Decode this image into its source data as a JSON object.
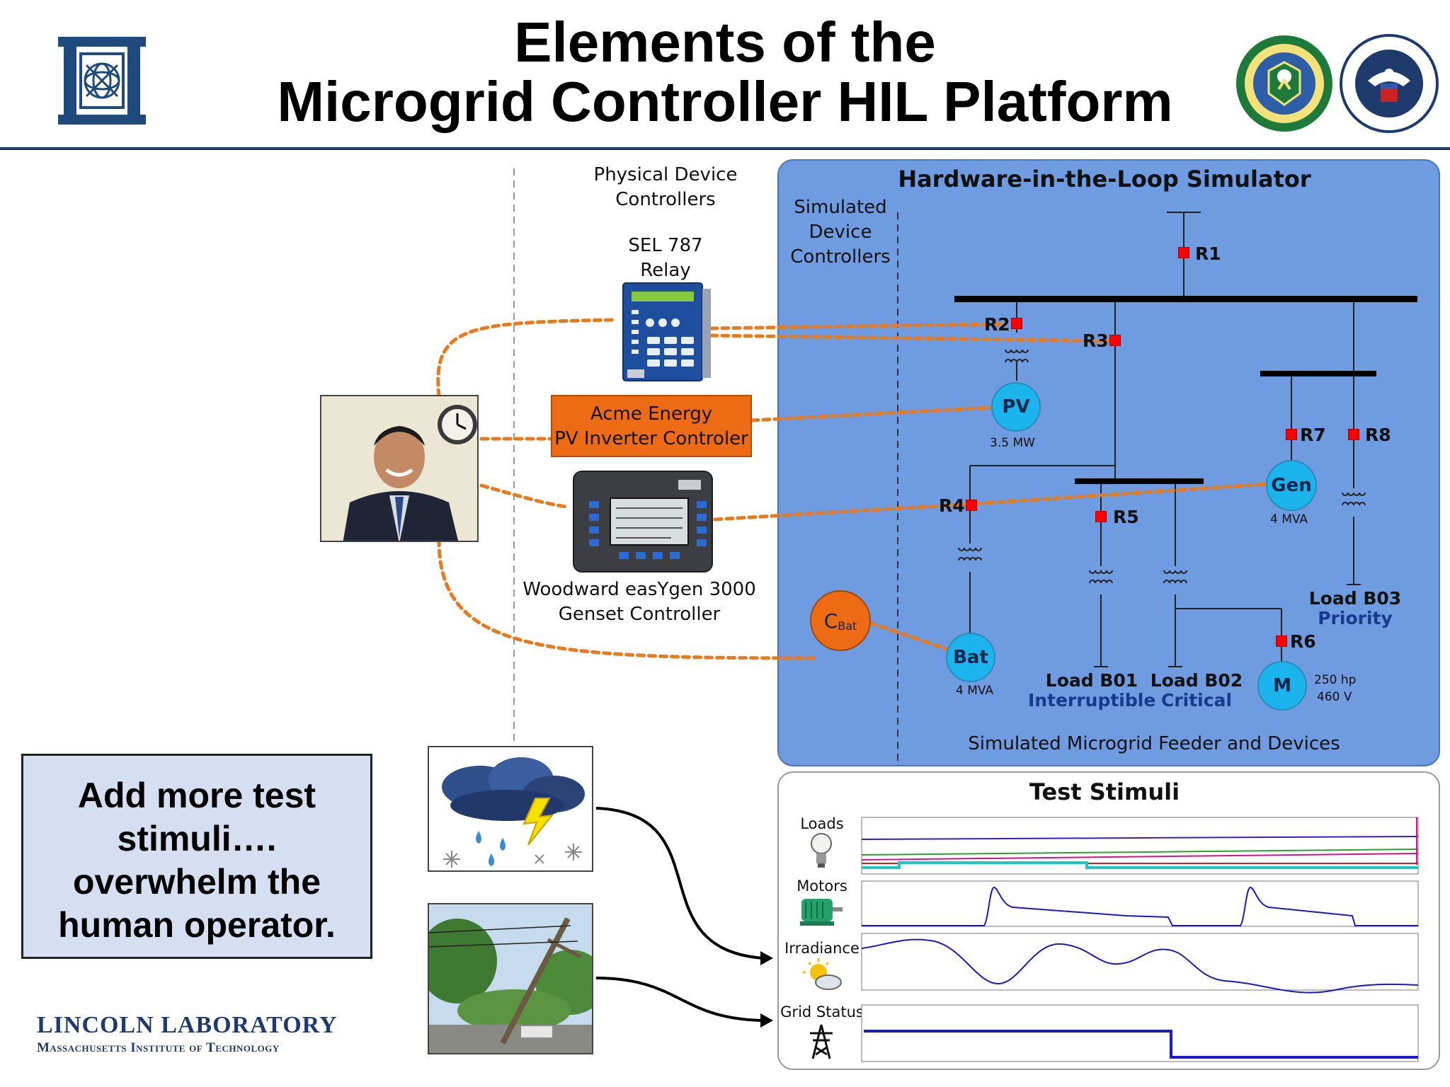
{
  "header": {
    "title_line1": "Elements of the",
    "title_line2": "Microgrid Controller HIL Platform"
  },
  "physical": {
    "heading_line1": "Physical Device",
    "heading_line2": "Controllers",
    "sel_line1": "SEL 787",
    "sel_line2": "Relay",
    "acme_line1": "Acme Energy",
    "acme_line2": "PV Inverter Controler",
    "woodward_line1": "Woodward easYgen 3000",
    "woodward_line2": "Genset Controller"
  },
  "hil": {
    "title": "Hardware-in-the-Loop Simulator",
    "simulated_line1": "Simulated",
    "simulated_line2": "Device",
    "simulated_line3": "Controllers",
    "footer": "Simulated Microgrid Feeder and Devices",
    "relays": [
      "R1",
      "R2",
      "R3",
      "R4",
      "R5",
      "R6",
      "R7",
      "R8"
    ],
    "pv": {
      "label": "PV",
      "rating": "3.5 MW"
    },
    "gen": {
      "label": "Gen",
      "rating": "4 MVA"
    },
    "bat": {
      "label": "Bat",
      "rating": "4 MVA"
    },
    "motor": {
      "label": "M",
      "rating1": "250 hp",
      "rating2": "460 V"
    },
    "cbat": {
      "label": "C",
      "sub": "Bat"
    },
    "load_b01": {
      "name": "Load B01",
      "type": "Interruptible"
    },
    "load_b02": {
      "name": "Load B02",
      "type": "Critical"
    },
    "load_b03": {
      "name": "Load B03",
      "type": "Priority"
    }
  },
  "stimuli": {
    "title": "Test Stimuli",
    "rows": [
      "Loads",
      "Motors",
      "Irradiance",
      "Grid Status"
    ]
  },
  "callout": {
    "line1": "Add more test",
    "line2": "stimuli….",
    "line3": "overwhelm the",
    "line4": "human operator."
  },
  "footer": {
    "lab": "LINCOLN LABORATORY",
    "institute": "Massachusetts Institute of Technology"
  },
  "colors": {
    "header_rule": "#1f3b6e",
    "hil_panel": "#6f9be0",
    "node_fill": "#1bb4ec",
    "relay": "#ff0000",
    "acme": "#ee6b16",
    "dotted_link": "#e67a1e",
    "callout_fill": "#d6def2",
    "trace": "#1a1acc"
  }
}
